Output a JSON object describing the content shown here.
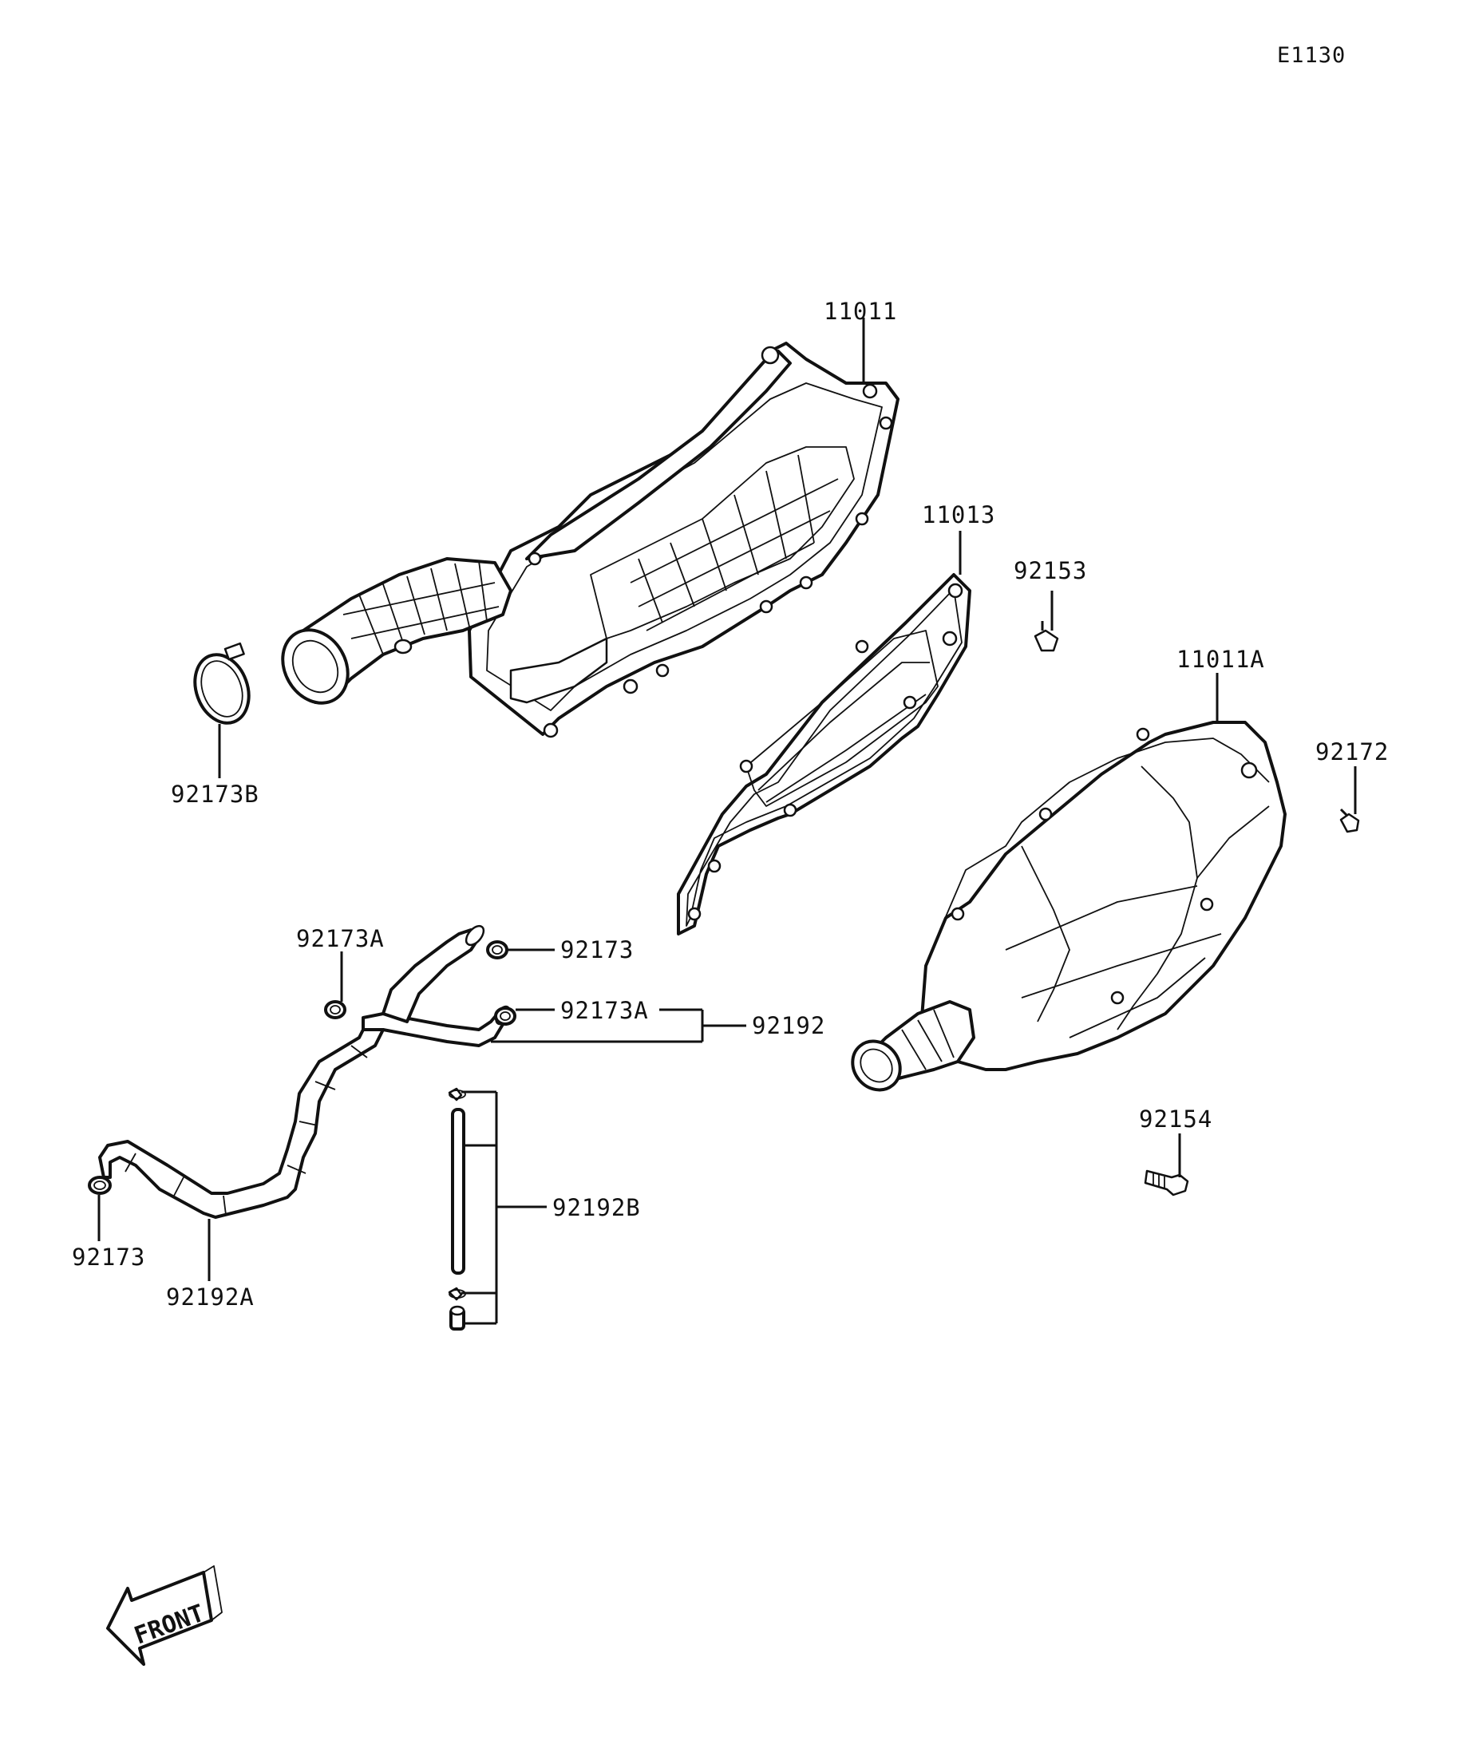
{
  "diagram_id": "E1130",
  "front_label": "FRONT",
  "labels": {
    "p11011": "11011",
    "p11013": "11013",
    "p92153": "92153",
    "p11011A": "11011A",
    "p92172": "92172",
    "p92173B": "92173B",
    "p92173A_top": "92173A",
    "p92173_top": "92173",
    "p92173A_mid": "92173A",
    "p92192": "92192",
    "p92154": "92154",
    "p92192B": "92192B",
    "p92173_bottom": "92173",
    "p92192A": "92192A"
  }
}
